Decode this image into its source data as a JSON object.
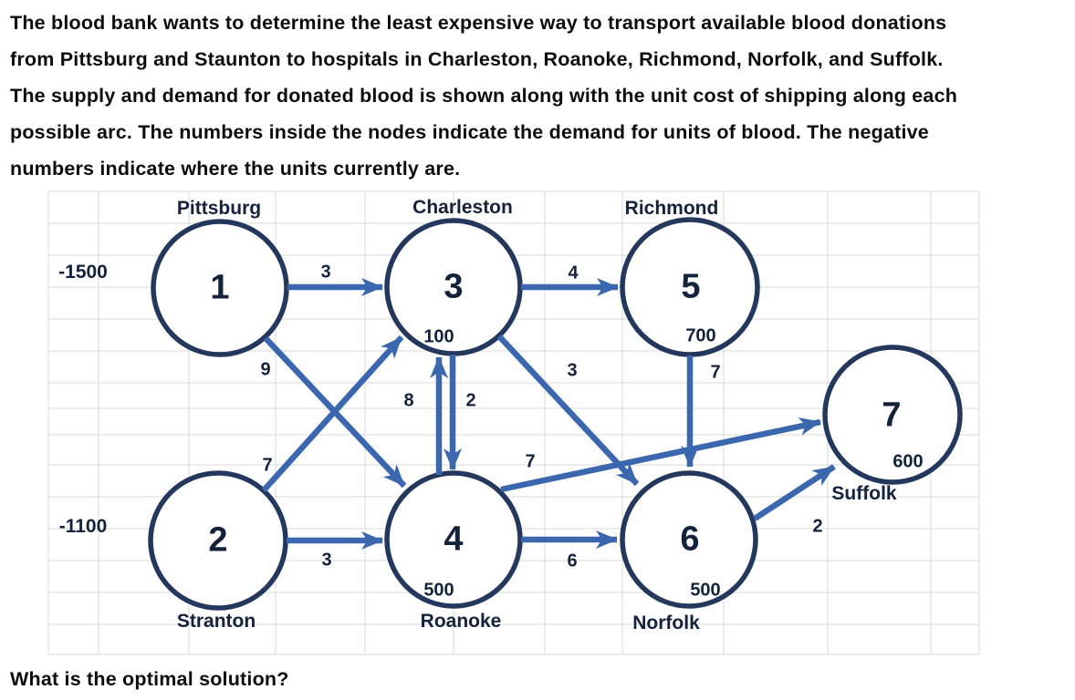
{
  "intro": {
    "lines": [
      "The blood bank wants to determine the least expensive way to transport available blood donations",
      "from Pittsburg and Staunton to hospitals in Charleston, Roanoke, Richmond, Norfolk, and Suffolk.",
      "The supply and demand for donated blood is shown along with the unit cost of shipping along each",
      "possible arc. The numbers inside the nodes indicate the demand for units of blood. The negative",
      "numbers indicate where the units currently are."
    ]
  },
  "question": "What is the optimal solution?",
  "diagram": {
    "nodes": [
      {
        "number": "1",
        "city": "Pittsburg",
        "supply": "-1500"
      },
      {
        "number": "2",
        "city": "Stranton",
        "supply": "-1100"
      },
      {
        "number": "3",
        "city": "Charleston",
        "demand": "100"
      },
      {
        "number": "4",
        "city": "Roanoke",
        "demand": "500"
      },
      {
        "number": "5",
        "city": "Richmond",
        "demand": "700"
      },
      {
        "number": "6",
        "city": "Norfolk",
        "demand": "500"
      },
      {
        "number": "7",
        "city": "Suffolk",
        "demand": "600"
      }
    ],
    "arcs": [
      {
        "from": "1",
        "to": "3",
        "cost": "3"
      },
      {
        "from": "3",
        "to": "5",
        "cost": "4"
      },
      {
        "from": "2",
        "to": "4",
        "cost": "3"
      },
      {
        "from": "4",
        "to": "6",
        "cost": "6"
      },
      {
        "from": "1",
        "to": "4",
        "cost": "9"
      },
      {
        "from": "2",
        "to": "3",
        "cost": "7"
      },
      {
        "from": "4",
        "to": "3",
        "cost": "8"
      },
      {
        "from": "3",
        "to": "4",
        "cost": "2"
      },
      {
        "from": "3",
        "to": "6",
        "cost": "3"
      },
      {
        "from": "5",
        "to": "6",
        "cost": "7"
      },
      {
        "from": "4",
        "to": "7",
        "cost": "7"
      },
      {
        "from": "6",
        "to": "7",
        "cost": "2"
      }
    ],
    "colors": {
      "arrow_blue": "#3a67ae",
      "node_outline": "#24375c",
      "label_text": "#14223c",
      "gridline": "#d9d9d9"
    }
  }
}
